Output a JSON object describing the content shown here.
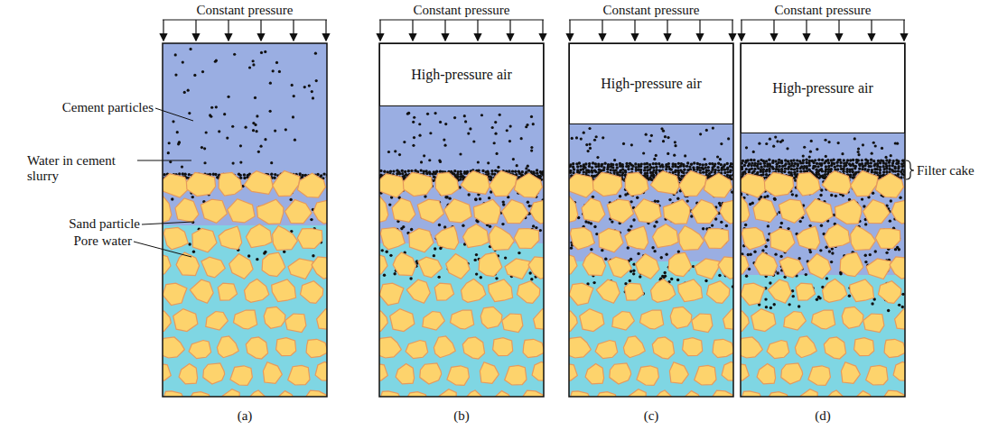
{
  "diagram": {
    "nodes": [
      {
        "text": [
          "High-pressure air"
        ]
      },
      {
        "text": [
          "High-pressure air"
        ]
      },
      {
        "text": [
          "High-pressure air"
        ]
      }
    ],
    "labels": [
      "Constant pressure",
      "Constant pressure",
      "Constant pressure",
      "Constant pressure",
      "Cement particles",
      "Water in cement slurry",
      "Sand particle",
      "Pore water",
      "Filter cake",
      "(a)",
      "(b)",
      "(c)",
      "(d)"
    ]
  }
}
